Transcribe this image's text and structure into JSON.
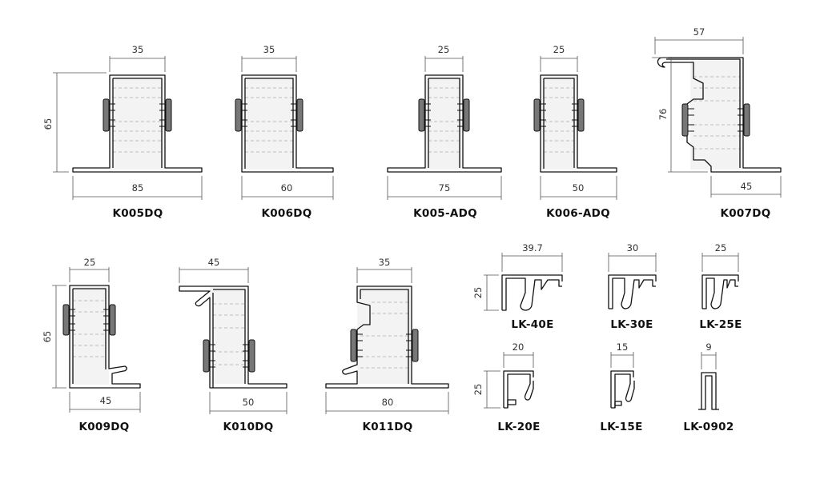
{
  "profiles": [
    {
      "code": "K005DQ",
      "dims": {
        "top": "35",
        "height": "65",
        "bottom": "85"
      }
    },
    {
      "code": "K006DQ",
      "dims": {
        "top": "35",
        "bottom": "60"
      }
    },
    {
      "code": "K005-ADQ",
      "dims": {
        "top": "25",
        "bottom": "75"
      }
    },
    {
      "code": "K006-ADQ",
      "dims": {
        "top": "25",
        "bottom": "50"
      }
    },
    {
      "code": "K007DQ",
      "dims": {
        "top": "57",
        "height": "76",
        "bottom": "45"
      }
    },
    {
      "code": "K009DQ",
      "dims": {
        "top": "25",
        "height": "65",
        "bottom": "45"
      }
    },
    {
      "code": "K010DQ",
      "dims": {
        "top": "45",
        "bottom": "50"
      }
    },
    {
      "code": "K011DQ",
      "dims": {
        "top": "35",
        "bottom": "80"
      }
    },
    {
      "code": "LK-40E",
      "dims": {
        "top": "39.7",
        "height": "25"
      }
    },
    {
      "code": "LK-30E",
      "dims": {
        "top": "30"
      }
    },
    {
      "code": "LK-25E",
      "dims": {
        "top": "25"
      }
    },
    {
      "code": "LK-20E",
      "dims": {
        "top": "20",
        "height": "25"
      }
    },
    {
      "code": "LK-15E",
      "dims": {
        "top": "15"
      }
    },
    {
      "code": "LK-0902",
      "dims": {
        "top": "9"
      }
    }
  ]
}
